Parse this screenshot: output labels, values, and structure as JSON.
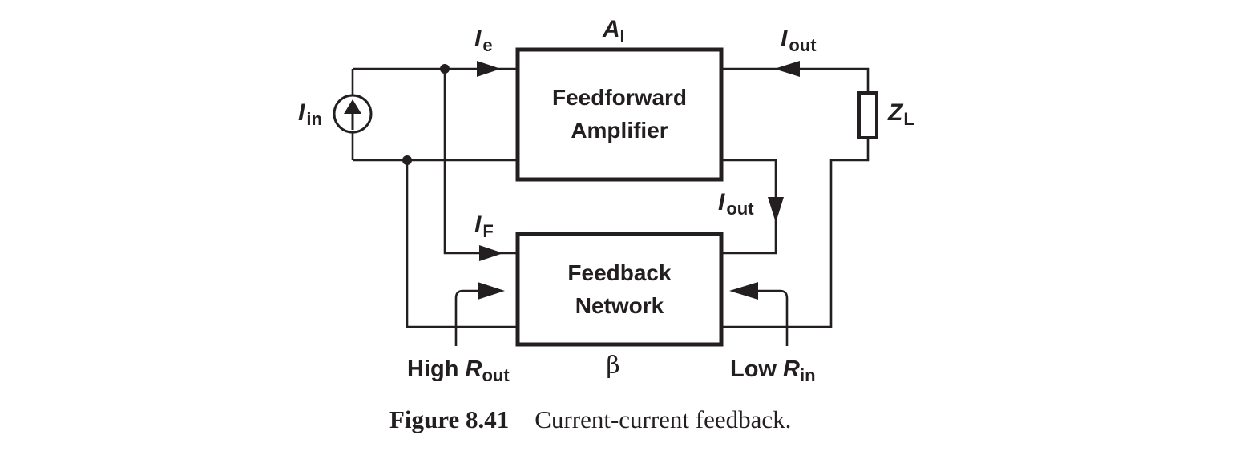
{
  "diagram": {
    "feedforward_block": {
      "line1": "Feedforward",
      "line2": "Amplifier",
      "gain_symbol": "A",
      "gain_sub": "I"
    },
    "feedback_block": {
      "line1": "Feedback",
      "line2": "Network",
      "factor": "β"
    },
    "labels": {
      "ie": {
        "sym": "I",
        "sub": "e"
      },
      "iout_top": {
        "sym": "I",
        "sub": "out"
      },
      "iout_mid": {
        "sym": "I",
        "sub": "out"
      },
      "if": {
        "sym": "I",
        "sub": "F"
      },
      "iin": {
        "sym": "I",
        "sub": "in"
      },
      "zl": {
        "sym": "Z",
        "sub": "L"
      },
      "high_rout": {
        "pre": "High ",
        "sym": "R",
        "sub": "out"
      },
      "low_rin": {
        "pre": "Low ",
        "sym": "R",
        "sub": "in"
      }
    },
    "components": {
      "source_icon": "current-source-up-arrow-icon",
      "load_icon": "resistor-icon"
    },
    "colors": {
      "ink": "#231f20",
      "background": "#ffffff"
    }
  },
  "caption": {
    "number": "Figure 8.41",
    "text": "Current-current feedback."
  }
}
